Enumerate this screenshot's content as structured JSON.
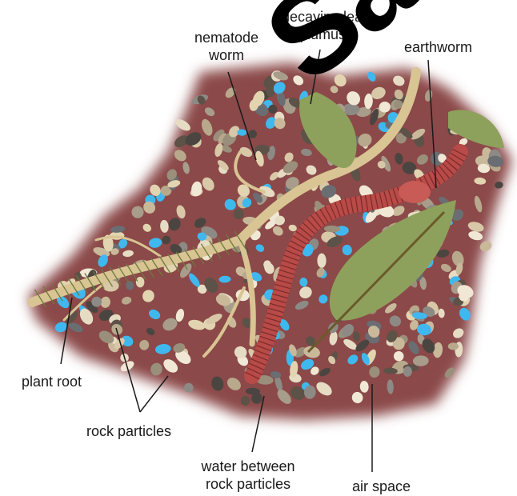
{
  "labels": {
    "nematode": [
      "nematode",
      "worm"
    ],
    "leaf": [
      "decaying leaf",
      "(humus)"
    ],
    "earthworm": "earthworm",
    "plant_root": "plant root",
    "rock_particles": "rock particles",
    "water": [
      "water between",
      "rock particles"
    ],
    "air_space": "air space"
  },
  "watermark": "Sample",
  "colors": {
    "soil": "#8b4a48",
    "root": "#d9c493",
    "worm": "#c0504d",
    "leaf": "#8da15c",
    "water": "#3fb8ef"
  }
}
